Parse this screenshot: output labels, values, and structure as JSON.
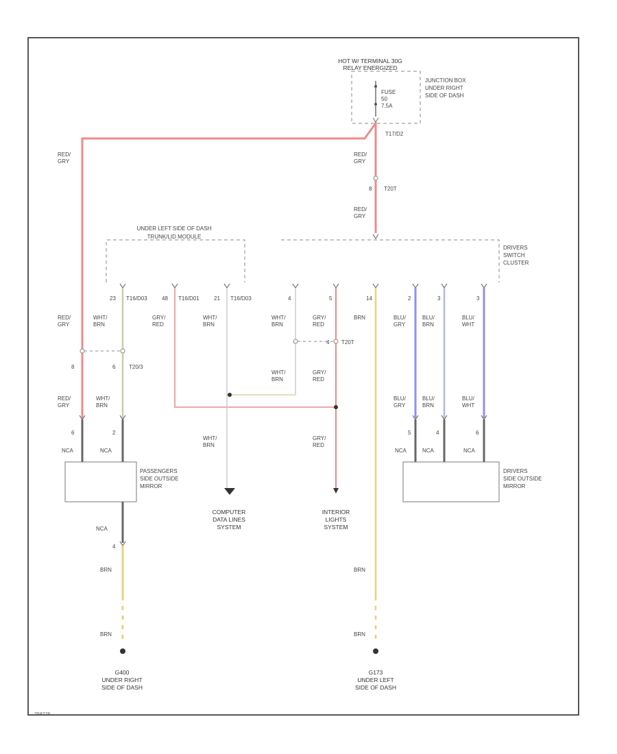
{
  "diagram": {
    "power_header": [
      "HOT W/ TERMINAL 30G",
      "RELAY ENERGIZED"
    ],
    "junction_box": [
      "JUNCTION BOX",
      "UNDER RIGHT",
      "SIDE OF DASH"
    ],
    "fuse_label": [
      "FUSE",
      "50",
      "7.5A"
    ],
    "top_connector": "T17/D2",
    "conn_t20": "T20T",
    "conn_t20_2": "T20T",
    "left_module_location": "UNDER LEFT SIDE OF DASH",
    "left_module_name": "TRUNK/LID MODULE",
    "driver_cluster": [
      "DRIVERS",
      "SWITCH",
      "CLUSTER"
    ],
    "module_pins": [
      {
        "pin": "23",
        "conn": "T16/D03"
      },
      {
        "pin": "48",
        "conn": "T16/D01"
      },
      {
        "pin": "21",
        "conn": "T16/D03"
      }
    ],
    "cluster_pins": [
      "4",
      "5",
      "14",
      "2",
      "3",
      "3"
    ],
    "splice_left": {
      "pin_a": "8",
      "pin_b": "6",
      "conn": "T20/3"
    },
    "splice_right": {
      "pin_b": "4",
      "conn": "T20T"
    },
    "wires": {
      "red_gry": [
        "RED/",
        "GRY"
      ],
      "wht_brn": [
        "WHT/",
        "BRN"
      ],
      "gry_red": [
        "GRY/",
        "RED"
      ],
      "brn": "BRN",
      "blu_gry": [
        "BLU/",
        "GRY"
      ],
      "blu_brn": [
        "BLU/",
        "BRN"
      ],
      "blu_wht": [
        "BLU/",
        "WHT"
      ],
      "nca": "NCA"
    },
    "pass_mirror": [
      "PASSENGERS",
      "SIDE OUTSIDE",
      "MIRROR"
    ],
    "driver_mirror": [
      "DRIVERS",
      "SIDE OUTSIDE",
      "MIRROR"
    ],
    "pass_mirror_pins": [
      "6",
      "2"
    ],
    "driver_mirror_pins": [
      "5",
      "4",
      "6"
    ],
    "pass_mirror_ground_pin": "4",
    "computer_data": [
      "COMPUTER",
      "DATA LINES",
      "SYSTEM"
    ],
    "interior_lights": [
      "INTERIOR",
      "LIGHTS",
      "SYSTEM"
    ],
    "ground_left": [
      "G400",
      "UNDER RIGHT",
      "SIDE OF DASH"
    ],
    "ground_right": [
      "G173",
      "UNDER LEFT",
      "SIDE OF DASH"
    ],
    "diagram_code": "258276"
  },
  "colors": {
    "red_gry": "#ef8a8a",
    "wht_brn": "#cdcaa8",
    "gry_red": "#e68a8a",
    "brn": "#e8d27a",
    "blu": "#8f8ff0",
    "blu_light": "#b6b6ef",
    "nca": "#666666",
    "wht": "#cccccc"
  }
}
